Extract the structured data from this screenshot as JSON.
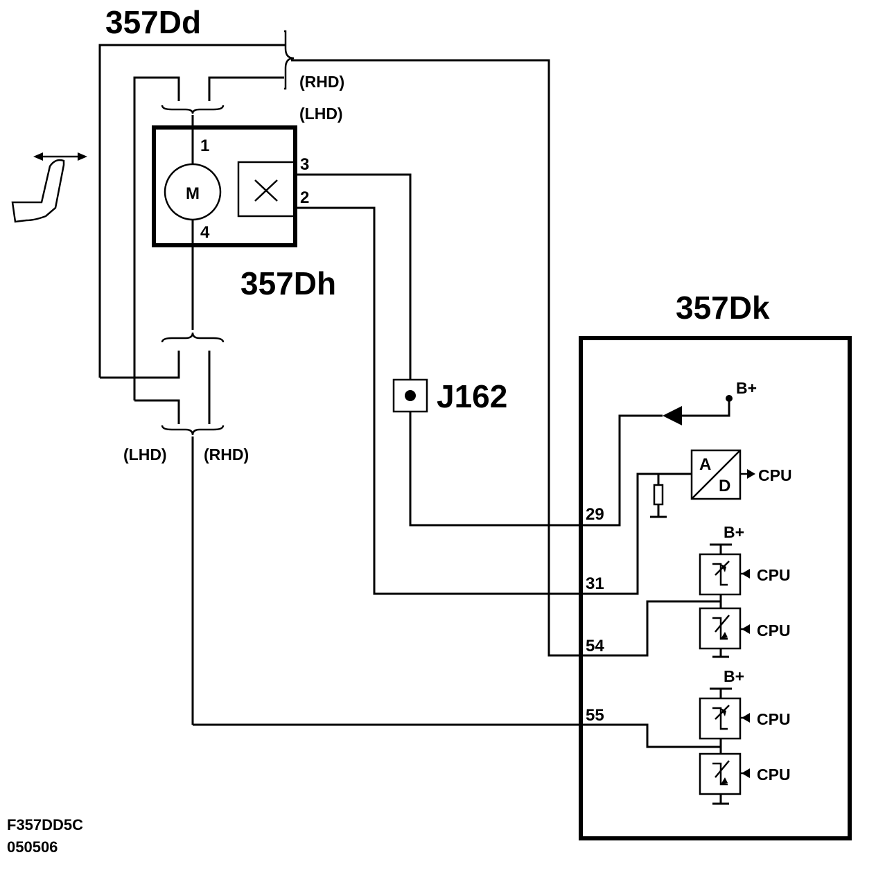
{
  "components": {
    "connector_top": "357Dd",
    "motor_unit": "357Dh",
    "control_module": "357Dk",
    "junction": "J162"
  },
  "motor": {
    "symbol": "M"
  },
  "pins": {
    "p1": "1",
    "p2": "2",
    "p3": "3",
    "p4": "4"
  },
  "variants": {
    "rhd_top": "(RHD)",
    "lhd_top": "(LHD)",
    "lhd_bottom": "(LHD)",
    "rhd_bottom": "(RHD)"
  },
  "module_pins": {
    "p29": "29",
    "p31": "31",
    "p54": "54",
    "p55": "55"
  },
  "module_labels": {
    "bplus_1": "B+",
    "bplus_2": "B+",
    "bplus_3": "B+",
    "adc_a": "A",
    "adc_d": "D",
    "cpu_adc": "CPU",
    "cpu_sw1": "CPU",
    "cpu_sw2": "CPU",
    "cpu_sw3": "CPU",
    "cpu_sw4": "CPU"
  },
  "footer": {
    "code": "F357DD5C",
    "date": "050506"
  },
  "icons": {
    "seat": "seat-adjust-icon",
    "arrow": "double-arrow-icon"
  }
}
